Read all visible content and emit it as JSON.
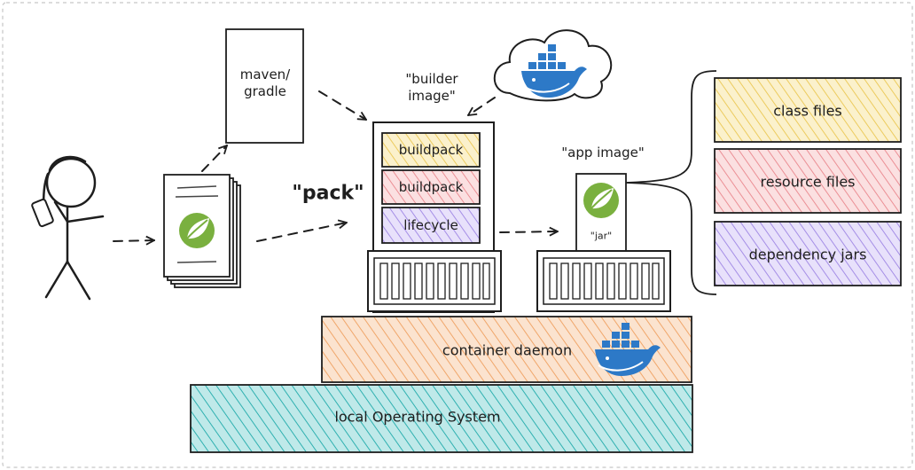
{
  "labels": {
    "build_tool": "maven/\ngradle",
    "builder_image": "\"builder\nimage\"",
    "pack": "\"pack\"",
    "app_image": "\"app image\"",
    "jar": "\"jar\""
  },
  "builder_layers": [
    "buildpack",
    "buildpack",
    "lifecycle"
  ],
  "image_contents": [
    "class files",
    "resource files",
    "dependency jars"
  ],
  "platform": {
    "daemon": "container daemon",
    "os": "local Operating System"
  },
  "colors": {
    "buildpack": "#f4e3a3",
    "buildpack_2": "#f3c1c4",
    "lifecycle": "#cdbff2",
    "class_files": "#f4e3a3",
    "resource_files": "#f3c1c4",
    "dependency_jars": "#cdbff2",
    "daemon": "#f6c9a5",
    "os": "#9fdcdc",
    "spring": "#7ab03f",
    "docker": "#2d79c7",
    "stroke": "#1e1e1e"
  },
  "icons": [
    "person-icon",
    "phone-icon",
    "spring-logo-icon",
    "docker-whale-icon",
    "cloud-icon"
  ]
}
